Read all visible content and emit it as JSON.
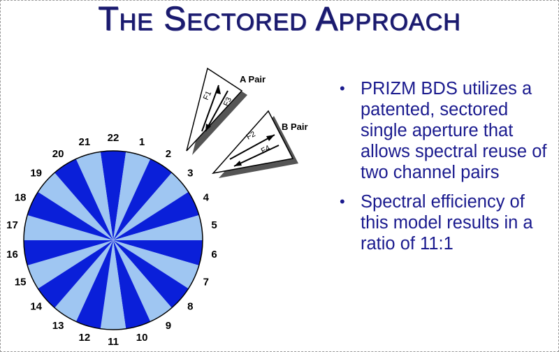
{
  "title": "The Sectored Approach",
  "diagram": {
    "sector_count": 22,
    "sector_labels": [
      "1",
      "2",
      "3",
      "4",
      "5",
      "6",
      "7",
      "8",
      "9",
      "10",
      "11",
      "12",
      "13",
      "14",
      "15",
      "16",
      "17",
      "18",
      "19",
      "20",
      "21",
      "22"
    ],
    "colors": {
      "dark_sector": "#0a1fd9",
      "light_sector": "#9fc6f2",
      "outline": "#000000",
      "triangle_fill": "#ffffff",
      "triangle_shadow": "#555555"
    },
    "pairs": [
      {
        "label": "A Pair",
        "channels": [
          "F1",
          "F3"
        ]
      },
      {
        "label": "B Pair",
        "channels": [
          "F2",
          "F4"
        ]
      }
    ]
  },
  "bullets": [
    "PRIZM BDS utilizes a patented, sectored single aperture that allows spectral reuse of two channel pairs",
    "Spectral efficiency of this model results in a ratio of 11:1"
  ],
  "colors": {
    "title": "#1a1a6e",
    "bullet_text": "#1a1a8e"
  }
}
